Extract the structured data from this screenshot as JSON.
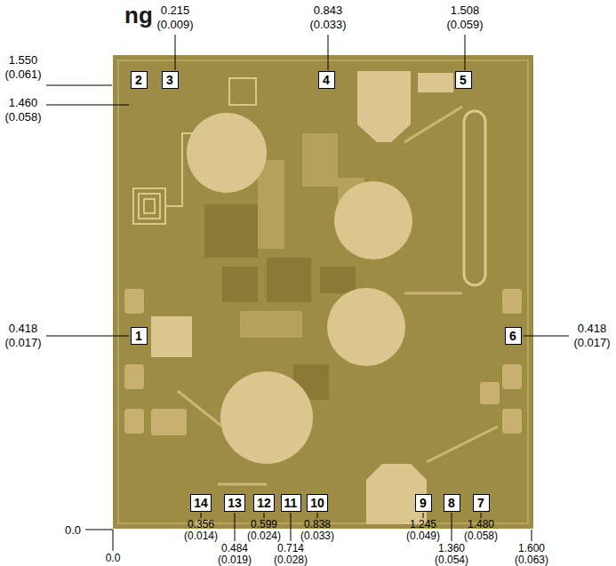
{
  "diagram": {
    "title": "ng",
    "nodes": [
      {
        "text": [
          "2"
        ]
      },
      {
        "text": [
          "3"
        ]
      },
      {
        "text": [
          "4"
        ]
      },
      {
        "text": [
          "5"
        ]
      },
      {
        "text": [
          "1"
        ]
      },
      {
        "text": [
          "6"
        ]
      },
      {
        "text": [
          "14"
        ]
      },
      {
        "text": [
          "13"
        ]
      },
      {
        "text": [
          "12"
        ]
      },
      {
        "text": [
          "11"
        ]
      },
      {
        "text": [
          "10"
        ]
      },
      {
        "text": [
          "9"
        ]
      },
      {
        "text": [
          "8"
        ]
      },
      {
        "text": [
          "7"
        ]
      }
    ],
    "labels": [
      "0.215 (0.009)",
      "0.843 (0.033)",
      "1.508 (0.059)",
      "1.550 (0.061)",
      "1.460 (0.058)",
      "0.418 (0.017)",
      "0.418 (0.017)",
      "0.0",
      "0.0",
      "0.356 (0.014)",
      "0.484 (0.019)",
      "0.599 (0.024)",
      "0.714 (0.028)",
      "0.838 (0.033)",
      "1.245 (0.049)",
      "1.360 (0.054)",
      "1.480 (0.058)",
      "1.600 (0.063)"
    ]
  }
}
